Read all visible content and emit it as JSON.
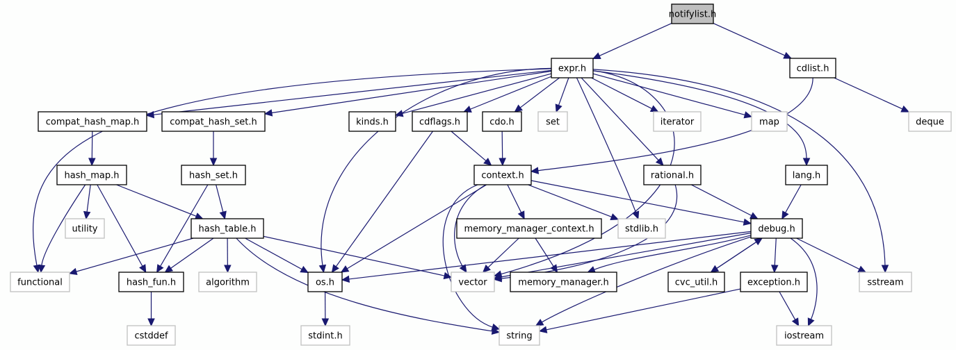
{
  "graph": {
    "title": "notifylist.h",
    "edge_color": "#191970",
    "root_fill": "#bfbfbf",
    "project_border": "#000000",
    "system_border": "#c0c0c0",
    "nodes": [
      {
        "id": "notifylist.h",
        "label": "notifylist.h",
        "kind": "root"
      },
      {
        "id": "expr.h",
        "label": "expr.h",
        "kind": "project"
      },
      {
        "id": "cdlist.h",
        "label": "cdlist.h",
        "kind": "project"
      },
      {
        "id": "compat_hash_map.h",
        "label": "compat_hash_map.h",
        "kind": "project"
      },
      {
        "id": "compat_hash_set.h",
        "label": "compat_hash_set.h",
        "kind": "project"
      },
      {
        "id": "kinds.h",
        "label": "kinds.h",
        "kind": "project"
      },
      {
        "id": "cdflags.h",
        "label": "cdflags.h",
        "kind": "project"
      },
      {
        "id": "cdo.h",
        "label": "cdo.h",
        "kind": "project"
      },
      {
        "id": "set",
        "label": "set",
        "kind": "system"
      },
      {
        "id": "iterator",
        "label": "iterator",
        "kind": "system"
      },
      {
        "id": "map",
        "label": "map",
        "kind": "system"
      },
      {
        "id": "deque",
        "label": "deque",
        "kind": "system"
      },
      {
        "id": "hash_map.h",
        "label": "hash_map.h",
        "kind": "project"
      },
      {
        "id": "hash_set.h",
        "label": "hash_set.h",
        "kind": "project"
      },
      {
        "id": "context.h",
        "label": "context.h",
        "kind": "project"
      },
      {
        "id": "rational.h",
        "label": "rational.h",
        "kind": "project"
      },
      {
        "id": "lang.h",
        "label": "lang.h",
        "kind": "project"
      },
      {
        "id": "utility",
        "label": "utility",
        "kind": "system"
      },
      {
        "id": "hash_table.h",
        "label": "hash_table.h",
        "kind": "project"
      },
      {
        "id": "memory_manager_context.h",
        "label": "memory_manager_context.h",
        "kind": "project"
      },
      {
        "id": "stdlib.h",
        "label": "stdlib.h",
        "kind": "system"
      },
      {
        "id": "debug.h",
        "label": "debug.h",
        "kind": "project"
      },
      {
        "id": "functional",
        "label": "functional",
        "kind": "system"
      },
      {
        "id": "hash_fun.h",
        "label": "hash_fun.h",
        "kind": "project"
      },
      {
        "id": "algorithm",
        "label": "algorithm",
        "kind": "system"
      },
      {
        "id": "os.h",
        "label": "os.h",
        "kind": "project"
      },
      {
        "id": "vector",
        "label": "vector",
        "kind": "system"
      },
      {
        "id": "memory_manager.h",
        "label": "memory_manager.h",
        "kind": "project"
      },
      {
        "id": "cvc_util.h",
        "label": "cvc_util.h",
        "kind": "project"
      },
      {
        "id": "exception.h",
        "label": "exception.h",
        "kind": "project"
      },
      {
        "id": "sstream",
        "label": "sstream",
        "kind": "system"
      },
      {
        "id": "cstddef",
        "label": "cstddef",
        "kind": "system"
      },
      {
        "id": "stdint.h",
        "label": "stdint.h",
        "kind": "system"
      },
      {
        "id": "string",
        "label": "string",
        "kind": "system"
      },
      {
        "id": "iostream",
        "label": "iostream",
        "kind": "system"
      }
    ],
    "edges": [
      [
        "notifylist.h",
        "expr.h"
      ],
      [
        "notifylist.h",
        "cdlist.h"
      ],
      [
        "expr.h",
        "functional"
      ],
      [
        "expr.h",
        "compat_hash_map.h"
      ],
      [
        "expr.h",
        "compat_hash_set.h"
      ],
      [
        "expr.h",
        "kinds.h"
      ],
      [
        "expr.h",
        "cdflags.h"
      ],
      [
        "expr.h",
        "cdo.h"
      ],
      [
        "expr.h",
        "set"
      ],
      [
        "expr.h",
        "iterator"
      ],
      [
        "expr.h",
        "map"
      ],
      [
        "expr.h",
        "os.h"
      ],
      [
        "expr.h",
        "stdlib.h"
      ],
      [
        "expr.h",
        "rational.h"
      ],
      [
        "expr.h",
        "lang.h"
      ],
      [
        "expr.h",
        "sstream"
      ],
      [
        "expr.h",
        "vector"
      ],
      [
        "cdlist.h",
        "context.h"
      ],
      [
        "cdlist.h",
        "deque"
      ],
      [
        "compat_hash_map.h",
        "hash_map.h"
      ],
      [
        "compat_hash_set.h",
        "hash_set.h"
      ],
      [
        "cdflags.h",
        "context.h"
      ],
      [
        "cdflags.h",
        "os.h"
      ],
      [
        "cdo.h",
        "context.h"
      ],
      [
        "hash_map.h",
        "functional"
      ],
      [
        "hash_map.h",
        "utility"
      ],
      [
        "hash_map.h",
        "hash_fun.h"
      ],
      [
        "hash_map.h",
        "hash_table.h"
      ],
      [
        "hash_set.h",
        "hash_fun.h"
      ],
      [
        "hash_set.h",
        "hash_table.h"
      ],
      [
        "hash_table.h",
        "functional"
      ],
      [
        "hash_table.h",
        "hash_fun.h"
      ],
      [
        "hash_table.h",
        "algorithm"
      ],
      [
        "hash_table.h",
        "os.h"
      ],
      [
        "hash_table.h",
        "vector"
      ],
      [
        "hash_table.h",
        "string"
      ],
      [
        "hash_fun.h",
        "cstddef"
      ],
      [
        "os.h",
        "stdint.h"
      ],
      [
        "context.h",
        "os.h"
      ],
      [
        "context.h",
        "vector"
      ],
      [
        "context.h",
        "string"
      ],
      [
        "context.h",
        "memory_manager_context.h"
      ],
      [
        "context.h",
        "stdlib.h"
      ],
      [
        "context.h",
        "debug.h"
      ],
      [
        "memory_manager_context.h",
        "vector"
      ],
      [
        "memory_manager_context.h",
        "memory_manager.h"
      ],
      [
        "rational.h",
        "debug.h"
      ],
      [
        "rational.h",
        "vector"
      ],
      [
        "lang.h",
        "debug.h"
      ],
      [
        "debug.h",
        "os.h"
      ],
      [
        "debug.h",
        "vector"
      ],
      [
        "debug.h",
        "memory_manager.h"
      ],
      [
        "debug.h",
        "string"
      ],
      [
        "debug.h",
        "cvc_util.h"
      ],
      [
        "debug.h",
        "exception.h"
      ],
      [
        "debug.h",
        "iostream"
      ],
      [
        "debug.h",
        "sstream"
      ],
      [
        "cvc_util.h",
        "debug.h"
      ],
      [
        "exception.h",
        "string"
      ],
      [
        "exception.h",
        "iostream"
      ]
    ]
  }
}
